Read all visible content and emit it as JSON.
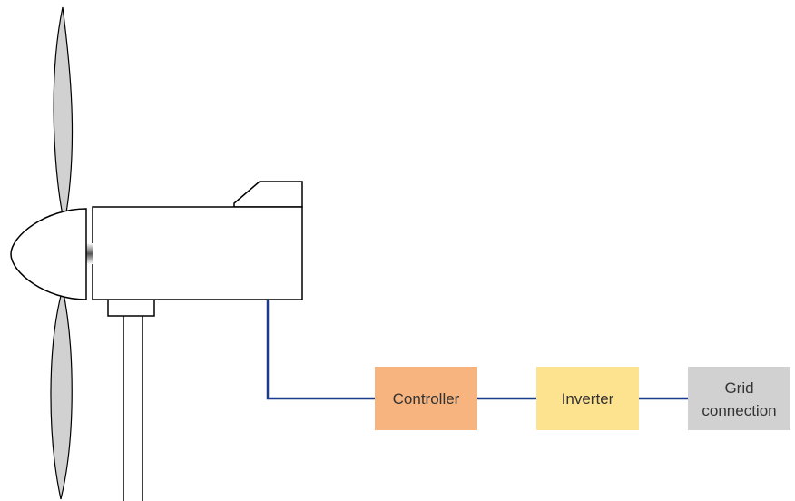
{
  "diagram": {
    "nodes": [
      {
        "id": "controller",
        "lines": [
          "Controller"
        ],
        "fill": "#f7b47e"
      },
      {
        "id": "inverter",
        "lines": [
          "Inverter"
        ],
        "fill": "#fde28f"
      },
      {
        "id": "grid",
        "lines": [
          "Grid",
          "connection"
        ],
        "fill": "#d1d1d1"
      }
    ],
    "connector_color": "#1f3a8a",
    "turbine": {
      "blade_color": "#d1d1d1",
      "outline_color": "#000000"
    }
  }
}
